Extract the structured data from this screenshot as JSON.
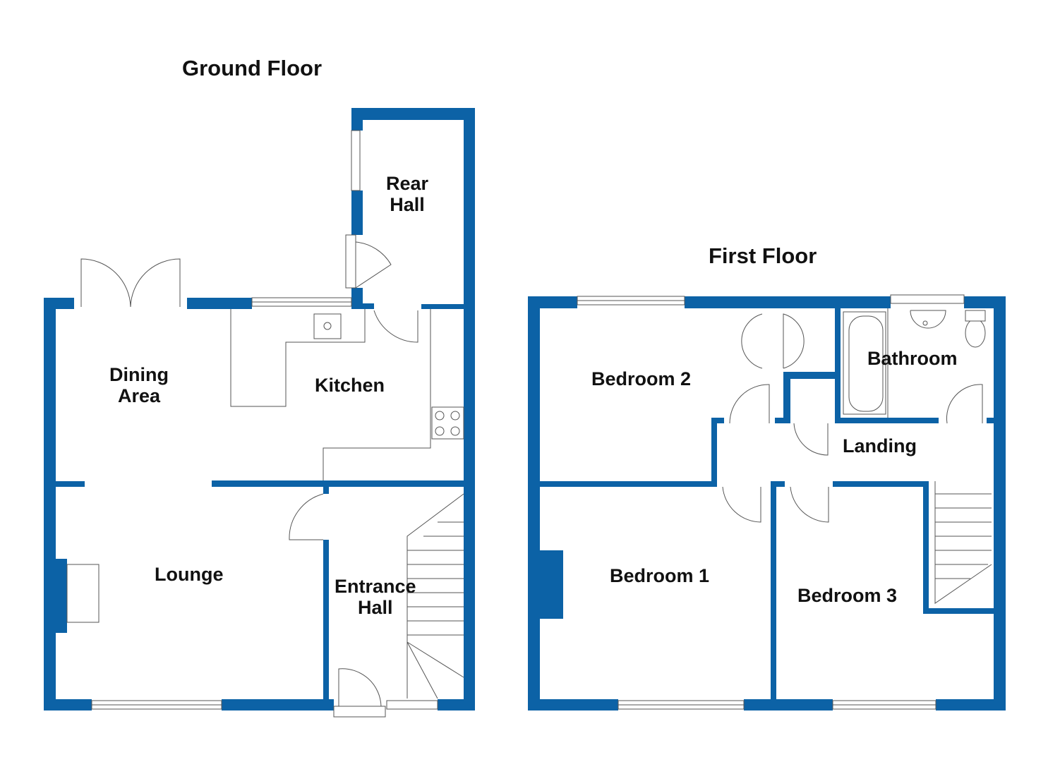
{
  "colors": {
    "wall": "#0c62a6",
    "text": "#111111"
  },
  "ground_floor": {
    "title": "Ground Floor",
    "rooms": {
      "rear_hall_1": "Rear",
      "rear_hall_2": "Hall",
      "dining_1": "Dining",
      "dining_2": "Area",
      "kitchen": "Kitchen",
      "lounge": "Lounge",
      "entrance_1": "Entrance",
      "entrance_2": "Hall"
    }
  },
  "first_floor": {
    "title": "First Floor",
    "rooms": {
      "bedroom2": "Bedroom 2",
      "bathroom": "Bathroom",
      "landing": "Landing",
      "bedroom1": "Bedroom 1",
      "bedroom3": "Bedroom 3"
    }
  }
}
